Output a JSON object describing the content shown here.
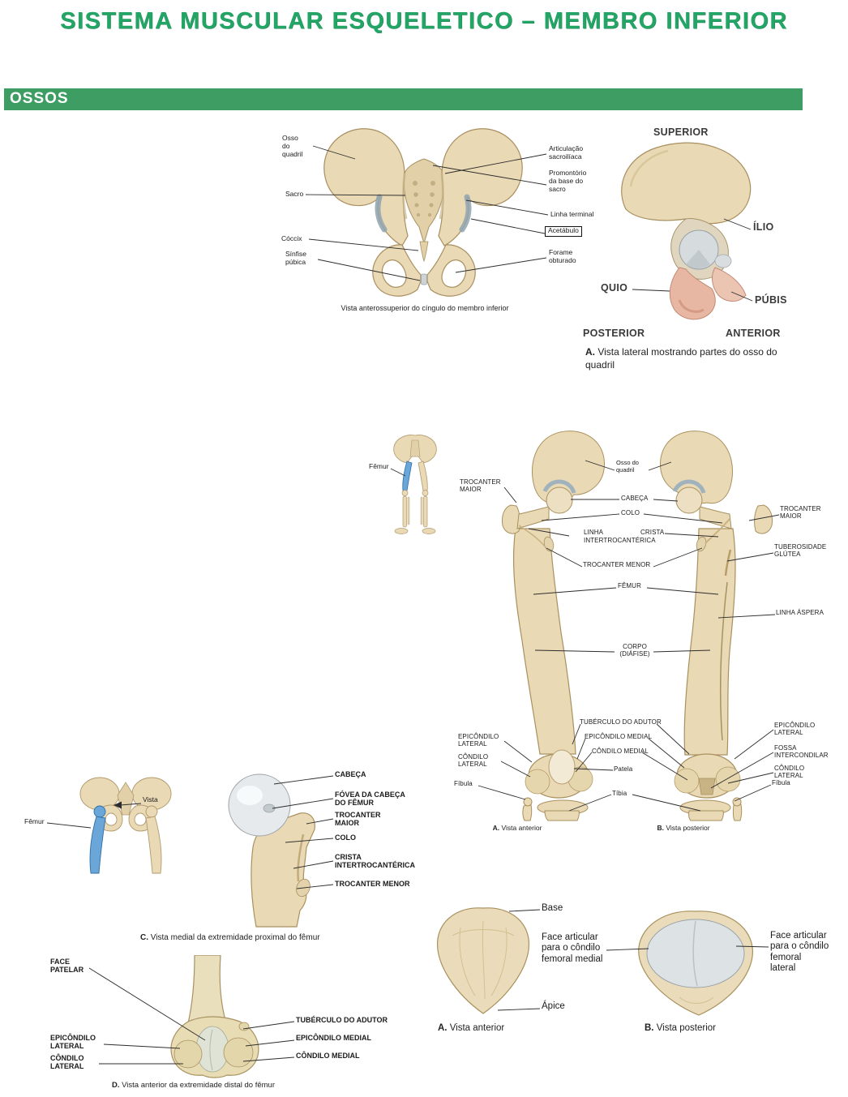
{
  "title": "SISTEMA MUSCULAR ESQUELETICO – MEMBRO INFERIOR",
  "banner": "OSSOS",
  "fig_pelvis": {
    "labels": {
      "osso_quadril": "Osso\ndo\nquadril",
      "sacro": "Sacro",
      "coccix": "Cóccix",
      "sinfise": "Sínfise\npúbica",
      "articulacao": "Articulação\nsacroilíaca",
      "promontorio": "Promontório\nda base do\nsacro",
      "linha_terminal": "Linha terminal",
      "acetabulo": "Acetábulo",
      "forame": "Forame\nobturado"
    },
    "caption": "Vista anterossuperior do cíngulo do membro inferior"
  },
  "fig_hip_lateral": {
    "labels": {
      "superior": "SUPERIOR",
      "ilio": "ÍLIO",
      "isquio": "QUIO",
      "pubis": "PÚBIS",
      "posterior": "POSTERIOR",
      "anterior": "ANTERIOR"
    },
    "caption_prefix": "A.",
    "caption": "Vista lateral mostrando partes do osso do quadril"
  },
  "fig_skeleton_small": {
    "femur": "Fêmur"
  },
  "fig_femur_views": {
    "left": {
      "trocanter_maior": "TROCANTER\nMAIOR",
      "epicondilo_lateral": "EPICÔNDILO\nLATERAL",
      "condilo_lateral": "CÔNDILO\nLATERAL",
      "fibula": "Fíbula"
    },
    "center": {
      "osso_quadril": "Osso do\nquadril",
      "cabeca": "CABEÇA",
      "colo": "COLO",
      "linha": "LINHA",
      "crista": "CRISTA",
      "intertrocanterica": "INTERTROCANTÉRICA",
      "trocanter_menor": "TROCANTER MENOR",
      "femur": "FÊMUR",
      "corpo": "CORPO\n(DIÁFISE)",
      "tuberculo_adutor": "TUBÉRCULO DO ADUTOR",
      "epicondilo_medial": "EPICÔNDILO MEDIAL",
      "condilo_medial": "CÔNDILO MEDIAL",
      "patela": "Patela",
      "tibia": "Tíbia"
    },
    "right": {
      "trocanter_maior": "TROCANTER\nMAIOR",
      "tuberosidade_glutea": "TUBEROSIDADE\nGLÚTEA",
      "linha_aspera": "LINHA ÁSPERA",
      "epicondilo_lateral": "EPICÔNDILO\nLATERAL",
      "fossa_intercondilar": "FOSSA\nINTERCONDILAR",
      "condilo_lateral": "CÔNDILO\nLATERAL",
      "fibula": "Fíbula"
    },
    "caption_a_prefix": "A.",
    "caption_a": "Vista anterior",
    "caption_b_prefix": "B.",
    "caption_b": "Vista posterior"
  },
  "fig_pelvis_small": {
    "vista": "Vista",
    "femur": "Fêmur"
  },
  "fig_femur_proximal": {
    "labels": {
      "cabeca": "CABEÇA",
      "fovea": "FÓVEA DA CABEÇA\nDO FÊMUR",
      "trocanter_maior": "TROCANTER\nMAIOR",
      "colo": "COLO",
      "crista": "CRISTA\nINTERTROCANTÉRICA",
      "trocanter_menor": "TROCANTER MENOR"
    },
    "caption_prefix": "C.",
    "caption": "Vista medial da extremidade proximal do fêmur"
  },
  "fig_femur_distal": {
    "labels": {
      "face_patelar": "FACE\nPATELAR",
      "epicondilo_lateral": "EPICÔNDILO\nLATERAL",
      "condilo_lateral": "CÔNDILO\nLATERAL",
      "tuberculo_adutor": "TUBÉRCULO DO ADUTOR",
      "epicondilo_medial": "EPICÔNDILO MEDIAL",
      "condilo_medial": "CÔNDILO MEDIAL"
    },
    "caption_prefix": "D.",
    "caption": "Vista anterior da extremidade distal do fêmur"
  },
  "fig_patela": {
    "labels": {
      "base": "Base",
      "face_medial": "Face articular\npara o côndilo\nfemoral medial",
      "apice": "Ápice",
      "face_lateral": "Face articular\npara o côndilo\nfemoral\nlateral"
    },
    "caption_a_prefix": "A.",
    "caption_a": "Vista anterior",
    "caption_b_prefix": "B.",
    "caption_b": "Vista posterior"
  }
}
